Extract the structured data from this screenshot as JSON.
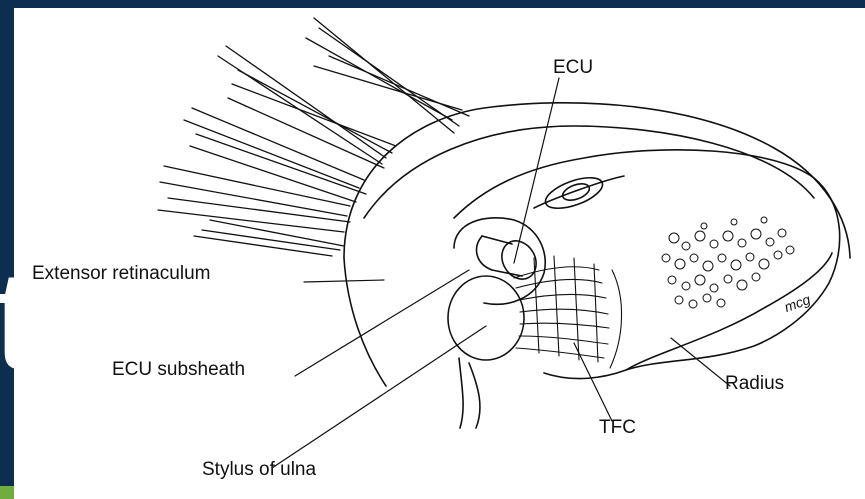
{
  "background": {
    "color": "#0d2e4f",
    "accent_color": "#6fae3e",
    "glyph": "t"
  },
  "figure": {
    "labels": {
      "ecu": "ECU",
      "extensor_retinaculum": "Extensor retinaculum",
      "ecu_subsheath": "ECU subsheath",
      "radius": "Radius",
      "tfc": "TFC",
      "stylus_of_ulna": "Stylus of ulna",
      "signature": "mcg"
    }
  }
}
